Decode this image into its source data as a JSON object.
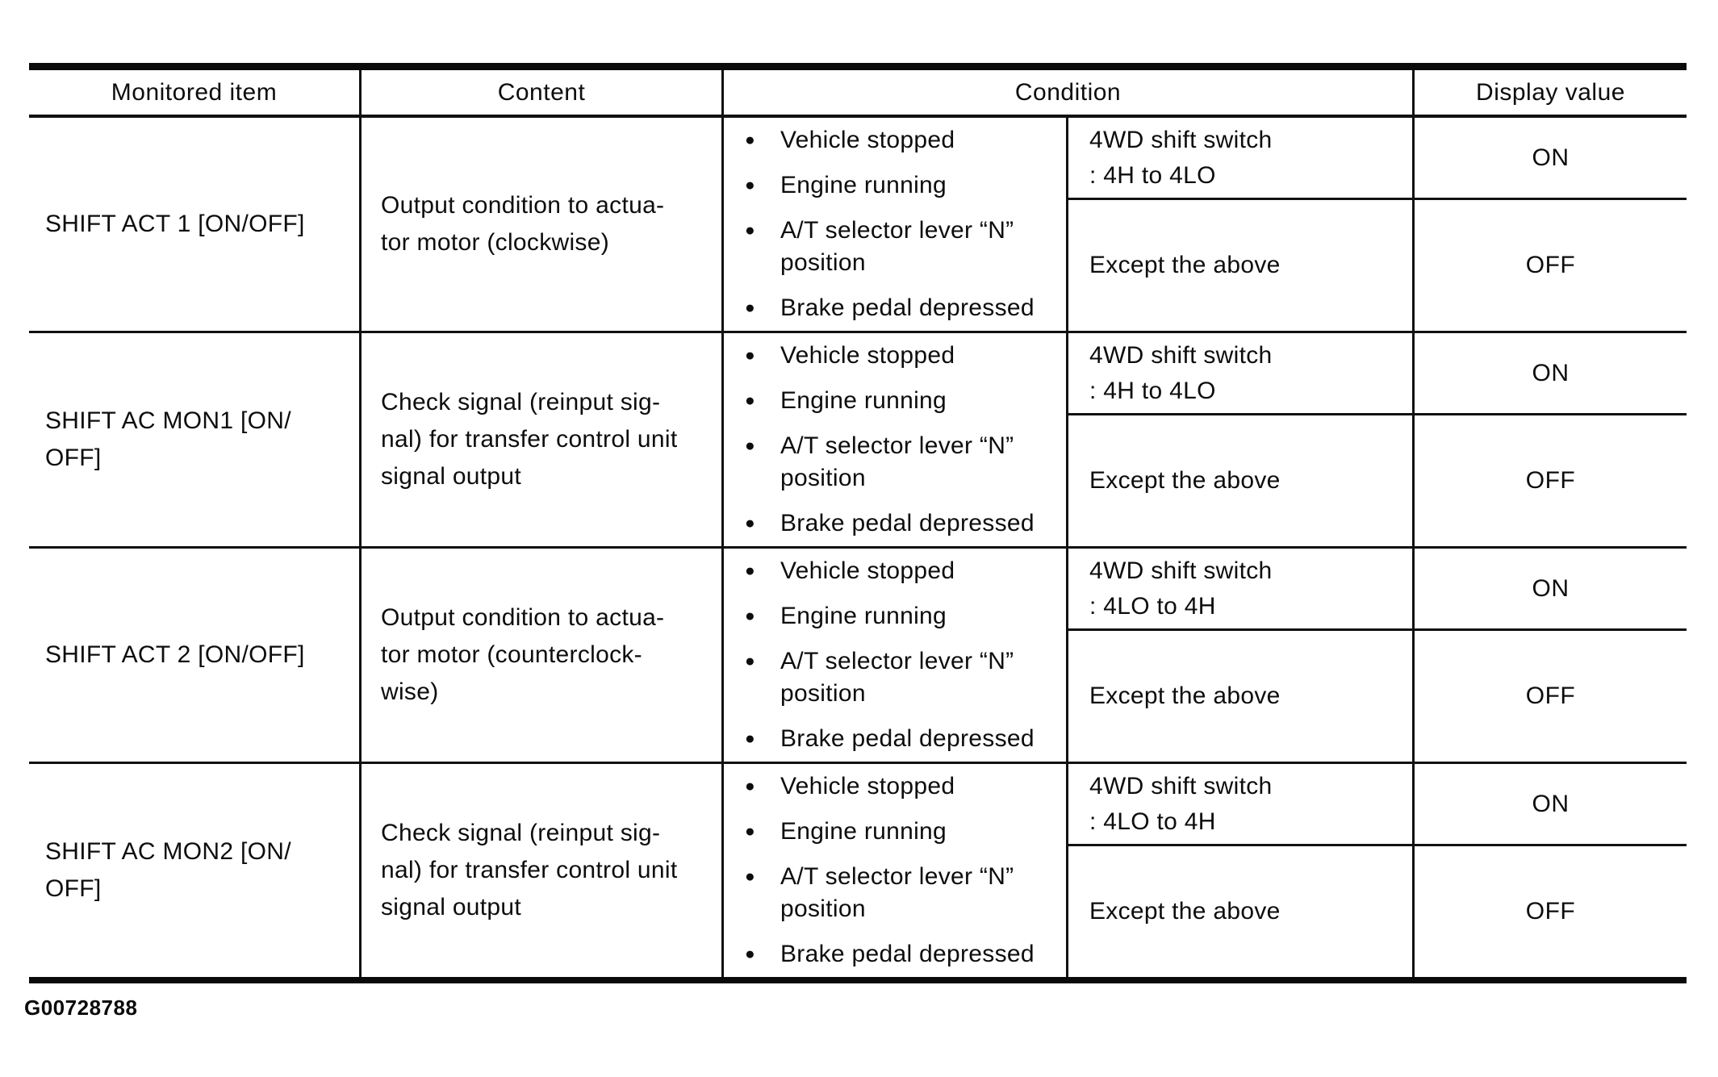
{
  "page": {
    "figure_id": "G00728788"
  },
  "table": {
    "bullet_glyph": "●",
    "headers": {
      "monitored_item": "Monitored item",
      "content": "Content",
      "condition": "Condition",
      "display_value": "Display value"
    },
    "rows": [
      {
        "monitored_item": [
          "SHIFT ACT 1 [ON/OFF]"
        ],
        "content": [
          "Output condition to actua-",
          "tor motor (clockwise)"
        ],
        "bullets": [
          [
            "Vehicle stopped"
          ],
          [
            "Engine running"
          ],
          [
            "A/T selector lever “N”",
            "position"
          ],
          [
            "Brake pedal depressed"
          ]
        ],
        "cases": [
          {
            "condition": [
              "4WD shift switch",
              ": 4H to 4LO"
            ],
            "display_value": "ON"
          },
          {
            "condition": [
              "Except the above"
            ],
            "display_value": "OFF"
          }
        ]
      },
      {
        "monitored_item": [
          "SHIFT AC MON1 [ON/",
          "OFF]"
        ],
        "content": [
          "Check signal (reinput sig-",
          "nal) for transfer control unit",
          "signal output"
        ],
        "bullets": [
          [
            "Vehicle stopped"
          ],
          [
            "Engine running"
          ],
          [
            "A/T selector lever “N”",
            "position"
          ],
          [
            "Brake pedal depressed"
          ]
        ],
        "cases": [
          {
            "condition": [
              "4WD shift switch",
              ": 4H to 4LO"
            ],
            "display_value": "ON"
          },
          {
            "condition": [
              "Except the above"
            ],
            "display_value": "OFF"
          }
        ]
      },
      {
        "monitored_item": [
          "SHIFT ACT 2 [ON/OFF]"
        ],
        "content": [
          "Output condition to actua-",
          "tor motor (counterclock-",
          "wise)"
        ],
        "bullets": [
          [
            "Vehicle stopped"
          ],
          [
            "Engine running"
          ],
          [
            "A/T selector lever “N”",
            "position"
          ],
          [
            "Brake pedal depressed"
          ]
        ],
        "cases": [
          {
            "condition": [
              "4WD shift switch",
              ": 4LO to 4H"
            ],
            "display_value": "ON"
          },
          {
            "condition": [
              "Except the above"
            ],
            "display_value": "OFF"
          }
        ]
      },
      {
        "monitored_item": [
          "SHIFT AC MON2 [ON/",
          "OFF]"
        ],
        "content": [
          "Check signal (reinput sig-",
          "nal) for transfer control unit",
          "signal output"
        ],
        "bullets": [
          [
            "Vehicle stopped"
          ],
          [
            "Engine running"
          ],
          [
            "A/T selector lever “N”",
            "position"
          ],
          [
            "Brake pedal depressed"
          ]
        ],
        "cases": [
          {
            "condition": [
              "4WD shift switch",
              ": 4LO to 4H"
            ],
            "display_value": "ON"
          },
          {
            "condition": [
              "Except the above"
            ],
            "display_value": "OFF"
          }
        ]
      }
    ]
  }
}
